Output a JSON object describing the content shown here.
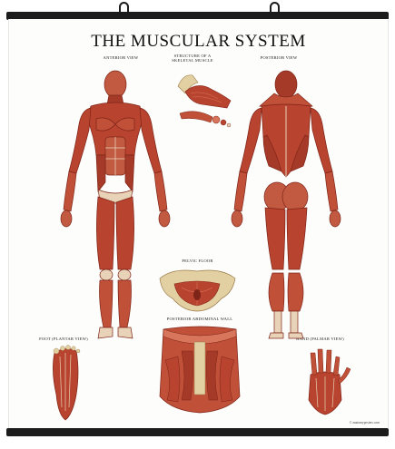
{
  "poster": {
    "title": "THE MUSCULAR SYSTEM",
    "sections": {
      "anterior": "ANTERIOR VIEW",
      "structure_line1": "STRUCTURE OF A",
      "structure_line2": "SKELETAL MUSCLE",
      "posterior": "POSTERIOR VIEW",
      "pelvic": "PELVIC FLOOR",
      "abdominal": "POSTERIOR ABDOMINAL WALL",
      "foot": "FOOT (PLANTAR VIEW)",
      "hand": "HAND (PALMAR VIEW)"
    },
    "footer": "© anatomyposters.com"
  },
  "colors": {
    "muscle": "#b8432f",
    "muscle_dark": "#7e2418",
    "muscle_light": "#d8765c",
    "tendon": "#e8d3b8",
    "bone": "#e2cfa2",
    "rail": "#1c1c1c"
  }
}
